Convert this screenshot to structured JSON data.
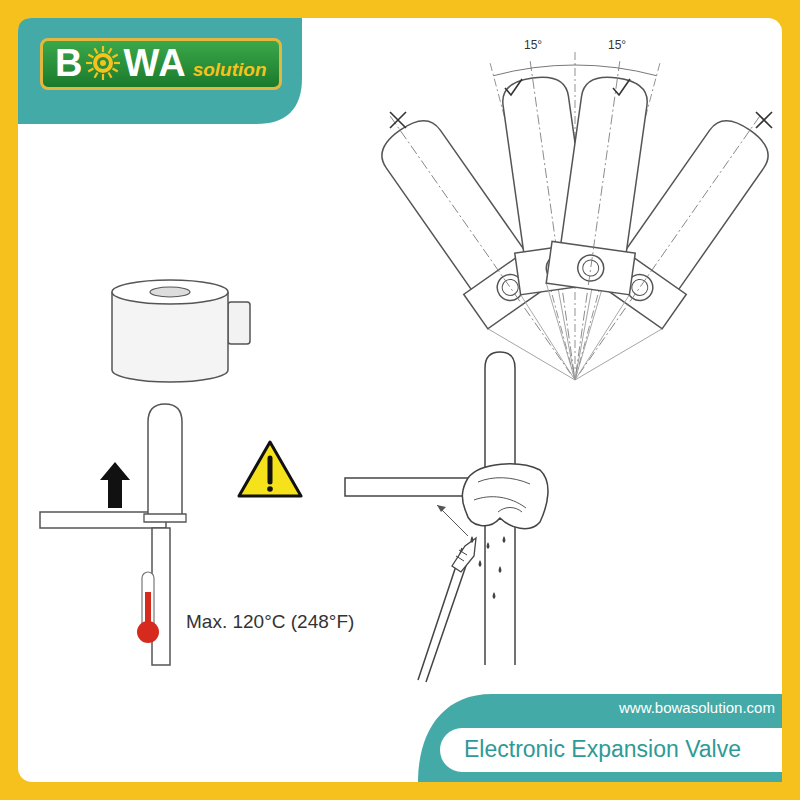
{
  "diagram": {
    "nodes": [
      {
        "text": [
          "B",
          "WA",
          "solution"
        ]
      },
      {
        "text": [
          "Electronic Expansion Valve"
        ]
      }
    ],
    "labels": [
      "15°",
      "15°",
      "Max. 120°C (248°F)",
      "www.bowasolution.com"
    ]
  }
}
